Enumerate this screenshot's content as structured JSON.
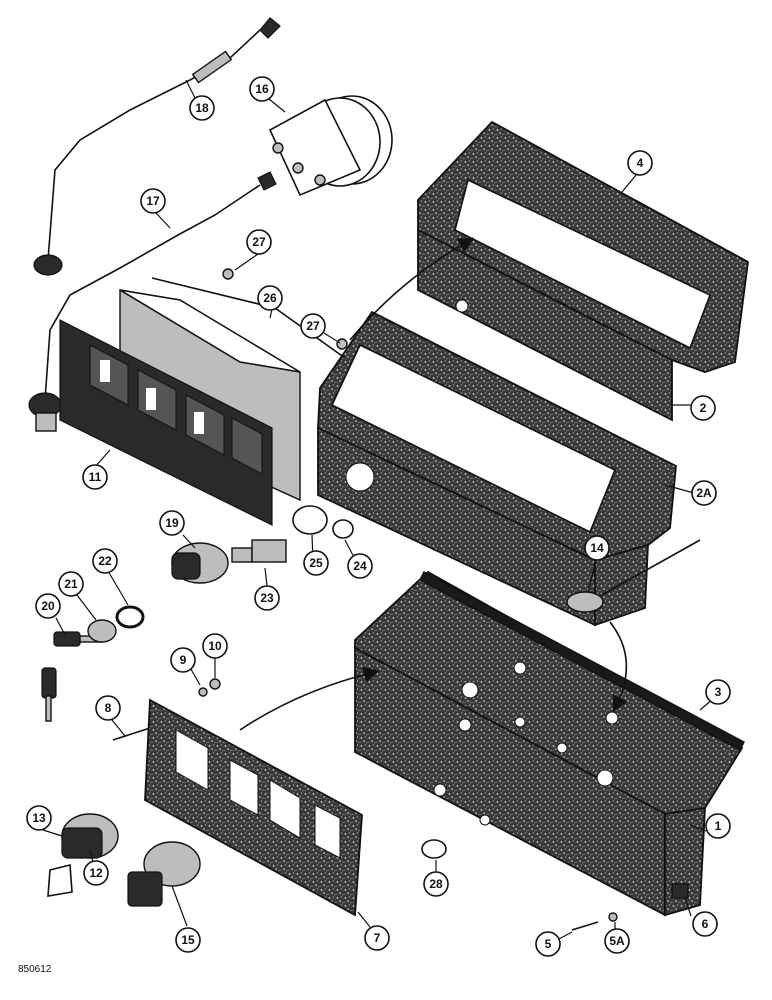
{
  "drawing_code": "850612",
  "callouts": [
    {
      "id": "c1",
      "label": "1"
    },
    {
      "id": "c2",
      "label": "2"
    },
    {
      "id": "c2a",
      "label": "2A"
    },
    {
      "id": "c3",
      "label": "3"
    },
    {
      "id": "c4",
      "label": "4"
    },
    {
      "id": "c5",
      "label": "5"
    },
    {
      "id": "c5a",
      "label": "5A"
    },
    {
      "id": "c6",
      "label": "6"
    },
    {
      "id": "c7",
      "label": "7"
    },
    {
      "id": "c8",
      "label": "8"
    },
    {
      "id": "c9",
      "label": "9"
    },
    {
      "id": "c10",
      "label": "10"
    },
    {
      "id": "c11",
      "label": "11"
    },
    {
      "id": "c12",
      "label": "12"
    },
    {
      "id": "c13",
      "label": "13"
    },
    {
      "id": "c14",
      "label": "14"
    },
    {
      "id": "c15",
      "label": "15"
    },
    {
      "id": "c16",
      "label": "16"
    },
    {
      "id": "c17",
      "label": "17"
    },
    {
      "id": "c18",
      "label": "18"
    },
    {
      "id": "c19",
      "label": "19"
    },
    {
      "id": "c20",
      "label": "20"
    },
    {
      "id": "c21",
      "label": "21"
    },
    {
      "id": "c22",
      "label": "22"
    },
    {
      "id": "c23",
      "label": "23"
    },
    {
      "id": "c24",
      "label": "24"
    },
    {
      "id": "c25",
      "label": "25"
    },
    {
      "id": "c26",
      "label": "26"
    },
    {
      "id": "c27a",
      "label": "27"
    },
    {
      "id": "c27b",
      "label": "27"
    },
    {
      "id": "c28",
      "label": "28"
    }
  ]
}
